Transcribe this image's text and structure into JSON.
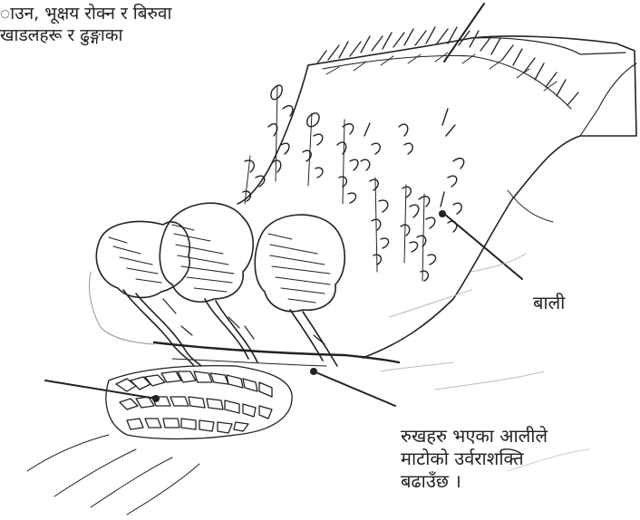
{
  "labels": {
    "top_left": [
      "ाउन, भूक्षय रोक्न र बिरुवा",
      "खाडलहरू र ढुङ्गाका"
    ],
    "crop": "बाली",
    "trees": [
      "रुखहरु भएका आलीले",
      "माटोको उर्वराशक्ति",
      "बढाउँछ ।"
    ]
  },
  "colors": {
    "ink": "#222222",
    "background": "#ffffff"
  }
}
